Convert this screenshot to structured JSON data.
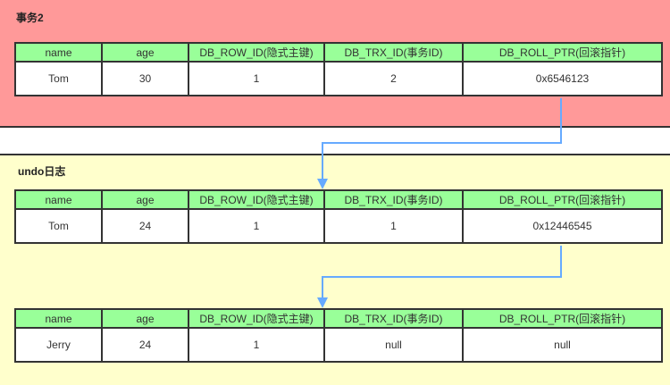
{
  "transaction": {
    "title": "事务2",
    "row": [
      "Tom",
      "30",
      "1",
      "2",
      "0x6546123"
    ]
  },
  "columns": [
    "name",
    "age",
    "DB_ROW_ID(隐式主键)",
    "DB_TRX_ID(事务ID)",
    "DB_ROLL_PTR(回滚指针)"
  ],
  "undo": {
    "title": "undo日志",
    "rows": [
      [
        "Tom",
        "24",
        "1",
        "1",
        "0x12446545"
      ],
      [
        "Jerry",
        "24",
        "1",
        "null",
        "null"
      ]
    ]
  },
  "colors": {
    "transaction_bg": "#ff9999",
    "undo_bg": "#ffffcc",
    "header_bg": "#99ff99",
    "arrow": "#66aaff"
  }
}
